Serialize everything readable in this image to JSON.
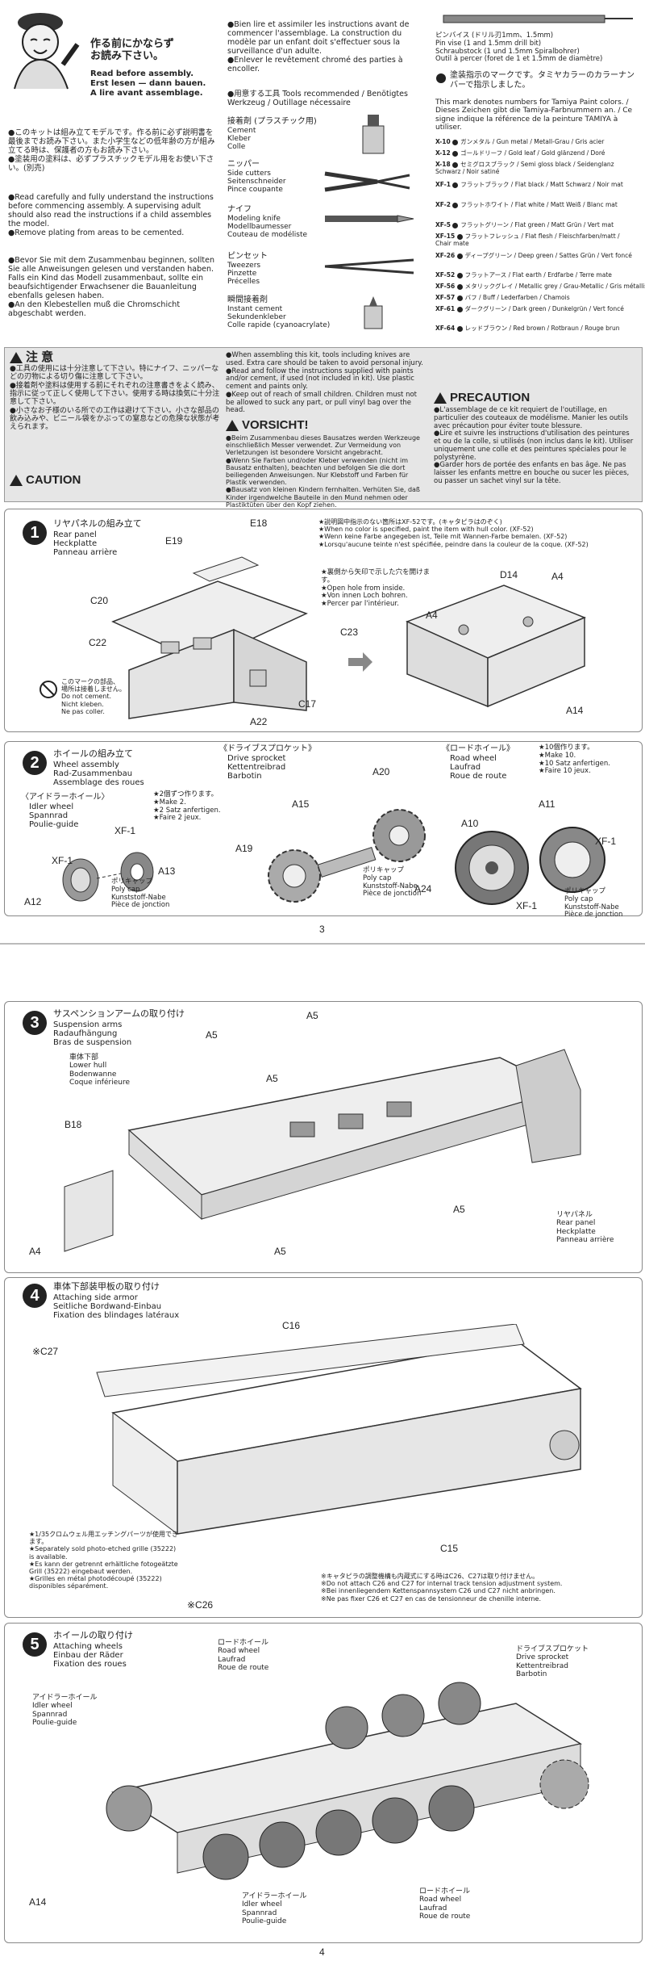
{
  "intro": {
    "jp_title": "作る前にかならず\nお読み下さい。",
    "en": "Read before assembly.",
    "de": "Erst lesen — dann bauen.",
    "fr": "A lire avant assemblage.",
    "jp_body": "●このキットは組み立てモデルです。作る前に必ず説明書を最後までお読み下さい。また小学生などの低年齢の方が組み立てる時は、保護者の方もお読み下さい。\n●塗装用の塗料は、必ずプラスチックモデル用をお使い下さい。(別売)",
    "en_body": "●Read carefully and fully understand the instructions before commencing assembly. A supervising adult should also read the instructions if a child assembles the model.\n●Remove plating from areas to be cemented.",
    "de_body": "●Bevor Sie mit dem Zusammenbau beginnen, sollten Sie alle Anweisungen gelesen und verstanden haben. Falls ein Kind das Modell zusammenbaut, sollte ein beaufsichtigender Erwachsener die Bauanleitung ebenfalls gelesen haben.\n●An den Klebestellen muß die Chromschicht abgeschabt werden.",
    "fr_body": "●Bien lire et assimiler les instructions avant de commencer l'assemblage. La construction du modèle par un enfant doit s'effectuer sous la surveillance d'un adulte.\n●Enlever le revêtement chromé des parties à encoller."
  },
  "tools": {
    "heading": "●用意する工具  Tools recommended / Benötigtes Werkzeug / Outillage nécessaire",
    "items": [
      {
        "jp": "接着剤 (プラスチック用)",
        "names": "Cement\nKleber\nColle"
      },
      {
        "jp": "ニッパー",
        "names": "Side cutters\nSeitenschneider\nPince coupante"
      },
      {
        "jp": "ナイフ",
        "names": "Modeling knife\nModellbaumesser\nCouteau de modéliste"
      },
      {
        "jp": "ピンセット",
        "names": "Tweezers\nPinzette\nPrécelles"
      },
      {
        "jp": "瞬間接着剤",
        "names": "Instant cement\nSekundenkleber\nColle rapide (cyanoacrylate)"
      }
    ],
    "pinvise": "ピンバイス (ドリル刃1mm、1.5mm)\nPin vise (1 and 1.5mm drill bit)\nSchraubstock (1 und 1.5mm Spiralbohrer)\nOutil à percer (foret de 1 et 1.5mm de diamètre)"
  },
  "paint": {
    "jp": "塗装指示のマークです。タミヤカラーのカラーナンバーで指示しました。",
    "text": "This mark denotes numbers for Tamiya Paint colors. / Dieses Zeichen gibt die Tamiya-Farbnummern an. / Ce signe indique la référence de la peinture TAMIYA à utiliser.",
    "colors": [
      {
        "code": "X-10",
        "name": "ガンメタル / Gun metal / Metall-Grau / Gris acier"
      },
      {
        "code": "X-12",
        "name": "ゴールドリーフ / Gold leaf / Gold glänzend / Doré"
      },
      {
        "code": "X-18",
        "name": "セミグロスブラック / Semi gloss black / Seidenglanz Schwarz / Noir satiné"
      },
      {
        "code": "XF-1",
        "name": "フラットブラック / Flat black / Matt Schwarz / Noir mat"
      },
      {
        "code": "XF-2",
        "name": "フラットホワイト / Flat white / Matt Weiß / Blanc mat"
      },
      {
        "code": "XF-5",
        "name": "フラットグリーン / Flat green / Matt Grün / Vert mat"
      },
      {
        "code": "XF-15",
        "name": "フラットフレッシュ / Flat flesh / Fleischfarben/matt / Chair mate"
      },
      {
        "code": "XF-26",
        "name": "ディープグリーン / Deep green / Sattes Grün / Vert foncé"
      },
      {
        "code": "XF-52",
        "name": "フラットアース / Flat earth / Erdfarbe / Terre mate"
      },
      {
        "code": "XF-56",
        "name": "メタリックグレイ / Metallic grey / Grau-Metallic / Gris métallisé"
      },
      {
        "code": "XF-57",
        "name": "バフ / Buff / Lederfarben / Chamois"
      },
      {
        "code": "XF-61",
        "name": "ダークグリーン / Dark green / Dunkelgrün / Vert foncé"
      },
      {
        "code": "XF-64",
        "name": "レッドブラウン / Red brown / Rotbraun / Rouge brun"
      }
    ]
  },
  "caution": {
    "jp_title": "注 意",
    "jp_body": "●工具の使用には十分注意して下さい。特にナイフ、ニッパーなどの刃物による切り傷に注意して下さい。\n●接着剤や塗料は使用する前にそれぞれの注意書きをよく読み、指示に従って正しく使用して下さい。使用する時は換気に十分注意して下さい。\n●小さなお子様のいる所での工作は避けて下さい。小さな部品の飲み込みや、ビニール袋をかぶっての窒息などの危険な状態が考えられます。",
    "en_title": "CAUTION",
    "en_body": "●When assembling this kit, tools including knives are used. Extra care should be taken to avoid personal injury.\n●Read and follow the instructions supplied with paints and/or cement, if used (not included in kit). Use plastic cement and paints only.\n●Keep out of reach of small children. Children must not be allowed to suck any part, or pull vinyl bag over the head.",
    "de_title": "VORSICHT!",
    "de_body": "●Beim Zusammenbau dieses Bausatzes werden Werkzeuge einschließlich Messer verwendet. Zur Vermeidung von Verletzungen ist besondere Vorsicht angebracht.\n●Wenn Sie Farben und/oder Kleber verwenden (nicht im Bausatz enthalten), beachten und befolgen Sie die dort beiliegenden Anweisungen. Nur Klebstoff und Farben für Plastik verwenden.\n●Bausatz von kleinen Kindern fernhalten. Verhüten Sie, daß Kinder irgendwelche Bauteile in den Mund nehmen oder Plastiktüten über den Kopf ziehen.",
    "fr_title": "PRECAUTION",
    "fr_body": "●L'assemblage de ce kit requiert de l'outillage, en particulier des couteaux de modélisme. Manier les outils avec précaution pour éviter toute blessure.\n●Lire et suivre les instructions d'utilisation des peintures et ou de la colle, si utilisés (non inclus dans le kit). Utiliser uniquement une colle et des peintures spéciales pour le polystyrène.\n●Garder hors de portée des enfants en bas âge. Ne pas laisser les enfants mettre en bouche ou sucer les pièces, ou passer un sachet vinyl sur la tête."
  },
  "step1": {
    "number": "1",
    "jp": "リヤパネルの組み立て",
    "en": "Rear panel",
    "de": "Heckplatte",
    "fr": "Panneau arrière",
    "note_paint": "★説明図中指示のない箇所はXF-52です。(キャタピラはのぞく)\n★When no color is specified, paint the item with hull color. (XF-52)\n★Wenn keine Farbe angegeben ist, Teile mit Wannen-Farbe bemalen. (XF-52)\n★Lorsqu'aucune teinte n'est spécifiée, peindre dans la couleur de la coque. (XF-52)",
    "note_hole": "★裏側から矢印で示した穴を開けます。\n★Open hole from inside.\n★Von innen Loch bohren.\n★Percer par l'intérieur.",
    "no_cement": "このマークの部品、\n場所は接着しません。\nDo not cement.\nNicht kleben.\nNe pas coller.",
    "parts": [
      "E18",
      "E19",
      "C20",
      "C22",
      "C23",
      "A22",
      "C17",
      "D14",
      "A4",
      "A4",
      "A14"
    ]
  },
  "step2": {
    "number": "2",
    "jp": "ホイールの組み立て",
    "en": "Wheel assembly",
    "de": "Rad-Zusammenbau",
    "fr": "Assemblage des roues",
    "idler": {
      "jp": "〈アイドラーホイール〉",
      "en": "Idler wheel",
      "de": "Spannrad",
      "fr": "Poulie-guide",
      "make": "★2個ずつ作ります。\n★Make 2.\n★2 Satz anfertigen.\n★Faire 2 jeux."
    },
    "sprocket": {
      "jp": "《ドライブスプロケット》",
      "en": "Drive sprocket",
      "de": "Kettentreibrad",
      "fr": "Barbotin"
    },
    "road": {
      "jp": "《ロードホイール》",
      "en": "Road wheel",
      "de": "Laufrad",
      "fr": "Roue de route",
      "make": "★10個作ります。\n★Make 10.\n★10 Satz anfertigen.\n★Faire 10 jeux."
    },
    "polycap": "ポリキャップ\nPoly cap\nKunststoff-Nabe\nPièce de jonction",
    "parts": [
      "XF-1",
      "A13",
      "A12",
      "XF-1",
      "A15",
      "A19",
      "A20",
      "A10",
      "A11",
      "XF-1",
      "A24",
      "XF-1"
    ]
  },
  "page_numbers": {
    "p3": "3",
    "p4": "4"
  },
  "step3": {
    "number": "3",
    "jp": "サスペンションアームの取り付け",
    "en": "Suspension arms",
    "de": "Radaufhängung",
    "fr": "Bras de suspension",
    "lower_hull": "車体下部\nLower hull\nBodenwanne\nCoque inférieure",
    "rear_panel": "リヤパネル\nRear panel\nHeckplatte\nPanneau arrière",
    "parts": [
      "A5",
      "A5",
      "A5",
      "A5",
      "A5",
      "B18",
      "A4"
    ]
  },
  "step4": {
    "number": "4",
    "jp": "車体下部装甲板の取り付け",
    "en": "Attaching side armor",
    "de": "Seitliche Bordwand-Einbau",
    "fr": "Fixation des blindages latéraux",
    "parts": [
      "C16",
      "※C27",
      "C15",
      "※C26"
    ],
    "grille_note": "★1/35クロムウェル用エッチングパーツが使用できます。\n★Separately sold photo-etched grille (35222) is available.\n★Es kann der getrennt erhältliche fotogeätzte Grill (35222) eingebaut werden.\n★Grilles en métal photodécoupé (35222) disponibles séparément.",
    "c26_note": "※キャタピラの調整機構も内蔵式にする時はC26、C27は取り付けません。\n※Do not attach C26 and C27 for internal track tension adjustment system.\n※Bei innenliegendem Kettenspannsystem C26 und C27 nicht anbringen.\n※Ne pas fixer C26 et C27 en cas de tensionneur de chenille interne."
  },
  "step5": {
    "number": "5",
    "jp": "ホイールの取り付け",
    "en": "Attaching wheels",
    "de": "Einbau der Räder",
    "fr": "Fixation des roues",
    "road_top": "ロードホイール\nRoad wheel\nLaufrad\nRoue de route",
    "sprocket": "ドライブスプロケット\nDrive sprocket\nKettentreibrad\nBarbotin",
    "idler_left": "アイドラーホイール\nIdler wheel\nSpannrad\nPoulie-guide",
    "idler_bottom": "アイドラーホイール\nIdler wheel\nSpannrad\nPoulie-guide",
    "road_bottom": "ロードホイール\nRoad wheel\nLaufrad\nRoue de route",
    "parts": [
      "A14"
    ]
  }
}
